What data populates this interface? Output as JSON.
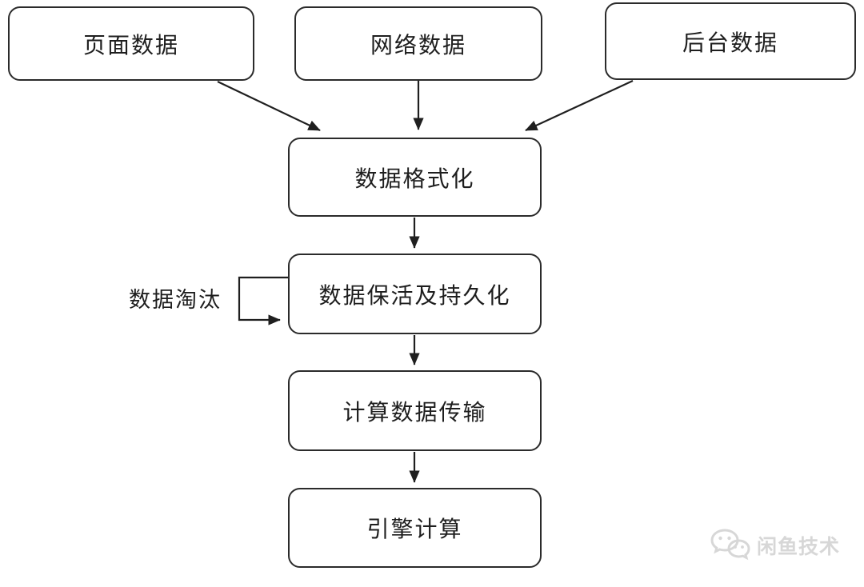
{
  "diagram": {
    "nodes": [
      {
        "id": "page-data",
        "label": "页面数据"
      },
      {
        "id": "network-data",
        "label": "网络数据"
      },
      {
        "id": "backend-data",
        "label": "后台数据"
      },
      {
        "id": "data-formatting",
        "label": "数据格式化"
      },
      {
        "id": "data-keepalive",
        "label": "数据保活及持久化"
      },
      {
        "id": "compute-transfer",
        "label": "计算数据传输"
      },
      {
        "id": "engine-compute",
        "label": "引擎计算"
      }
    ],
    "edges": [
      {
        "from": "页面数据",
        "to": "数据格式化",
        "label": ""
      },
      {
        "from": "网络数据",
        "to": "数据格式化",
        "label": ""
      },
      {
        "from": "后台数据",
        "to": "数据格式化",
        "label": ""
      },
      {
        "from": "数据格式化",
        "to": "数据保活及持久化",
        "label": ""
      },
      {
        "from": "数据保活及持久化",
        "to": "数据保活及持久化",
        "label": "数据淘汰"
      },
      {
        "from": "数据保活及持久化",
        "to": "计算数据传输",
        "label": ""
      },
      {
        "from": "计算数据传输",
        "to": "引擎计算",
        "label": ""
      }
    ],
    "colors": {
      "line": "#1f1f1f",
      "box_border": "#2b2b2b",
      "box_fill": "#ffffff",
      "background": "#ffffff",
      "watermark": "#d7d7d7"
    }
  },
  "watermark": {
    "text": "闲鱼技术",
    "icon": "wechat-icon"
  }
}
